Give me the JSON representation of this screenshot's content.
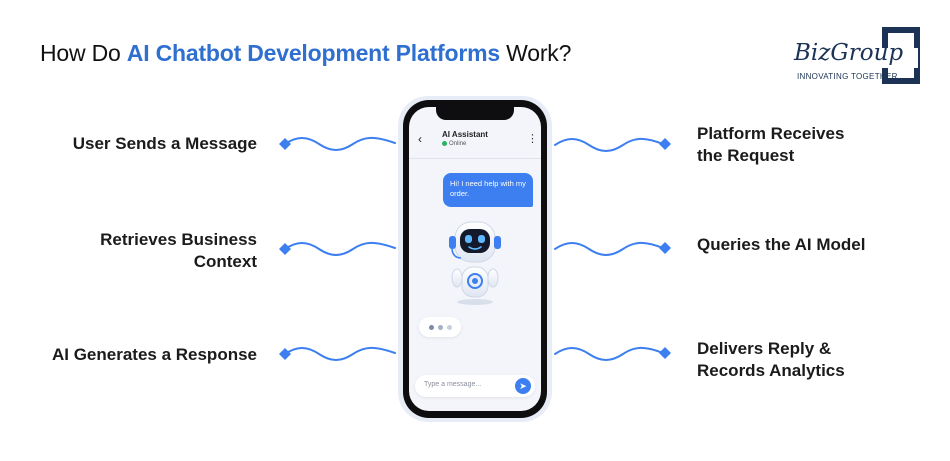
{
  "title": {
    "prefix": "How Do ",
    "highlight": "AI Chatbot Development Platforms",
    "suffix": " Work?"
  },
  "logo": {
    "wordmark": "BizGroup",
    "tagline": "INNOVATING TOGETHER"
  },
  "steps": {
    "left": [
      {
        "lines": [
          "User Sends a Message"
        ]
      },
      {
        "lines": [
          "Retrieves Business",
          "Context"
        ]
      },
      {
        "lines": [
          "AI Generates a Response"
        ]
      }
    ],
    "right": [
      {
        "lines": [
          "Platform Receives",
          "the Request"
        ]
      },
      {
        "lines": [
          "Queries the AI Model"
        ]
      },
      {
        "lines": [
          "Delivers Reply &",
          "Records Analytics"
        ]
      }
    ]
  },
  "phone": {
    "assistant_name": "AI Assistant",
    "status": "Online",
    "user_message": "Hi! I need help with my order.",
    "input_placeholder": "Type a message..."
  },
  "colors": {
    "accent": "#2f6fd0",
    "connector": "#3d7ff0",
    "bubble": "#3d7ff0",
    "logo": "#1c3355",
    "online": "#28b463"
  },
  "icons": {
    "back": "chevron-left-icon",
    "menu": "kebab-menu-icon",
    "send": "send-arrow-icon",
    "bot": "robot-icon"
  }
}
